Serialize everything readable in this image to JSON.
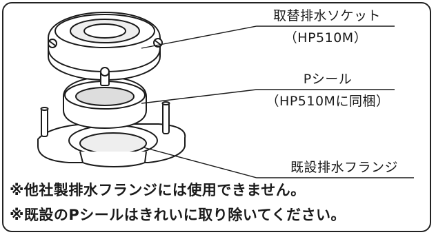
{
  "labels": {
    "socket_name": "取替排水ソケット",
    "socket_model": "（HP510M）",
    "seal_name": "Pシール",
    "seal_model": "（HP510Mに同梱）",
    "flange_name": "既設排水フランジ"
  },
  "notes": [
    "※他社製排水フランジには使用できません。",
    "※既設のPシールはきれいに取り除いてください。"
  ]
}
